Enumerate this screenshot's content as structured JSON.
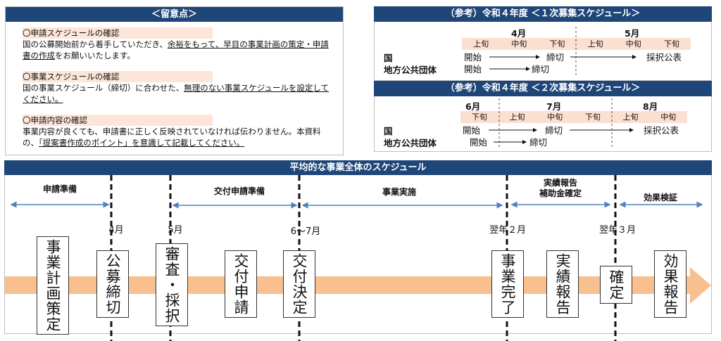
{
  "notes": {
    "title": "＜留意点＞",
    "sections": [
      {
        "heading": "〇申請スケジュールの確認",
        "text_plain": "国の公募開始前から着手していただき、",
        "text_underlined": "余裕をもって、早目の事業計画の策定・申請書の作成",
        "text_after": "をお願いいたします。"
      },
      {
        "heading": "〇事業スケジュールの確認",
        "text_plain": "国の事業スケジュール（締切）に合わせた、",
        "text_underlined": "無理のない事業スケジュールを設定してください。",
        "text_after": ""
      },
      {
        "heading": "〇申請内容の確認",
        "text_plain": "事業内容が良くても、申請書に正しく反映されていなければ伝わりません。本資料の、",
        "text_underlined": "「提案書作成のポイント」を意識して記載してください。",
        "text_after": ""
      }
    ]
  },
  "round1": {
    "title": "（参考）令和４年度 ＜１次募集スケジュール＞",
    "months": [
      "4月",
      "5月"
    ],
    "periods": [
      "上旬",
      "中旬",
      "下旬",
      "上旬",
      "中旬",
      "下旬"
    ],
    "rows": [
      "国",
      "地方公共団体"
    ],
    "national": {
      "start": "開始",
      "deadline": "締切",
      "announce": "採択公表"
    },
    "local": {
      "start": "開始",
      "deadline": "締切"
    }
  },
  "round2": {
    "title": "（参考）令和４年度 ＜２次募集スケジュール＞",
    "months": [
      "6月",
      "7月",
      "8月"
    ],
    "periods": [
      "下旬",
      "上旬",
      "中旬",
      "下旬",
      "上旬",
      "中旬"
    ],
    "rows": [
      "国",
      "地方公共団体"
    ],
    "national": {
      "start": "開始",
      "deadline": "締切",
      "announce": "採択公表"
    },
    "local": {
      "start": "開始",
      "deadline": "締切"
    }
  },
  "overall": {
    "title": "平均的な事業全体のスケジュール",
    "phases": [
      "申請準備",
      "交付申請準備",
      "事業実施",
      "実績報告\n補助金確定",
      "効果検証"
    ],
    "months": [
      "4月",
      "5月",
      "6～7月",
      "翌年２月",
      "翌年３月"
    ],
    "steps": [
      "事業計画策定",
      "公募締切",
      "審査・採択",
      "交付申請",
      "交付決定",
      "事業完了",
      "実績報告",
      "確定",
      "効果報告"
    ]
  },
  "colors": {
    "header": "#1f4678",
    "highlight": "#fde6d8",
    "band": "#f8c08f",
    "arrow": "#4f81bd"
  }
}
